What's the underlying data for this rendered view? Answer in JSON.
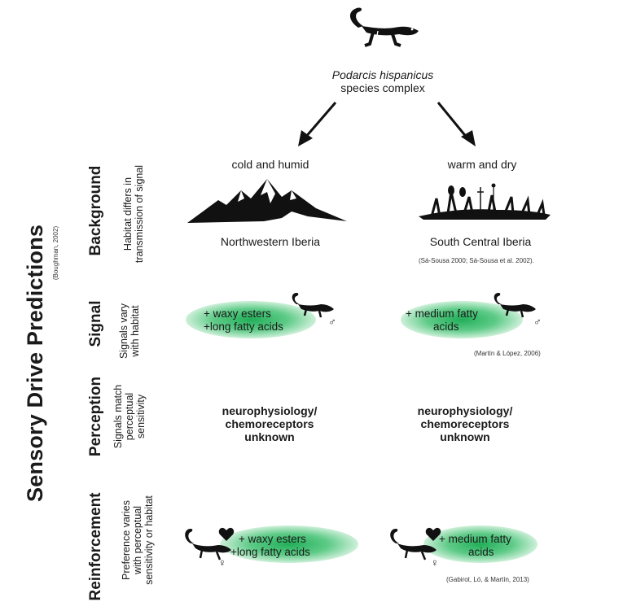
{
  "title": "Sensory Drive Predictions",
  "title_citation": "(Boughman, 2002)",
  "species": {
    "name": "Podarcis hispanicus",
    "subtitle": "species complex"
  },
  "rows": [
    {
      "title": "Background",
      "desc_line1": "Habitat differs in",
      "desc_line2": "transmission of signal"
    },
    {
      "title": "Signal",
      "desc_line1": "Signals vary",
      "desc_line2": "with habitat"
    },
    {
      "title": "Perception",
      "desc_line1": "Signals match",
      "desc_line2": "perceptual",
      "desc_line3": "sensitivity"
    },
    {
      "title": "Reinforcement",
      "desc_line1": "Preference varies",
      "desc_line2": "with perceptual",
      "desc_line3": "sensitivity or habitat"
    }
  ],
  "left": {
    "climate": "cold and humid",
    "region": "Northwestern Iberia",
    "signal_line1": "+ waxy esters",
    "signal_line2": "+long fatty acids",
    "signal_symbol": "♂",
    "perception_line1": "neurophysiology/",
    "perception_line2": "chemoreceptors",
    "perception_line3": "unknown",
    "pref_line1": "+ waxy esters",
    "pref_line2": "+long fatty acids",
    "pref_symbol": "♀"
  },
  "right": {
    "climate": "warm and dry",
    "region": "South Central Iberia",
    "signal_line1": "+ medium fatty",
    "signal_line2": "acids",
    "signal_symbol": "♂",
    "perception_line1": "neurophysiology/",
    "perception_line2": "chemoreceptors",
    "perception_line3": "unknown",
    "pref_line1": "+ medium fatty",
    "pref_line2": "acids",
    "pref_symbol": "♀"
  },
  "citations": {
    "background": "(Sá-Sousa 2000; Sá-Sousa et al. 2002).",
    "signal": "(Martín & López, 2006)",
    "reinforcement": "(Gabirot, Ló, & Martín, 2013)"
  },
  "colors": {
    "signal_green": "#16aa50",
    "ink": "#1a1a1a"
  }
}
